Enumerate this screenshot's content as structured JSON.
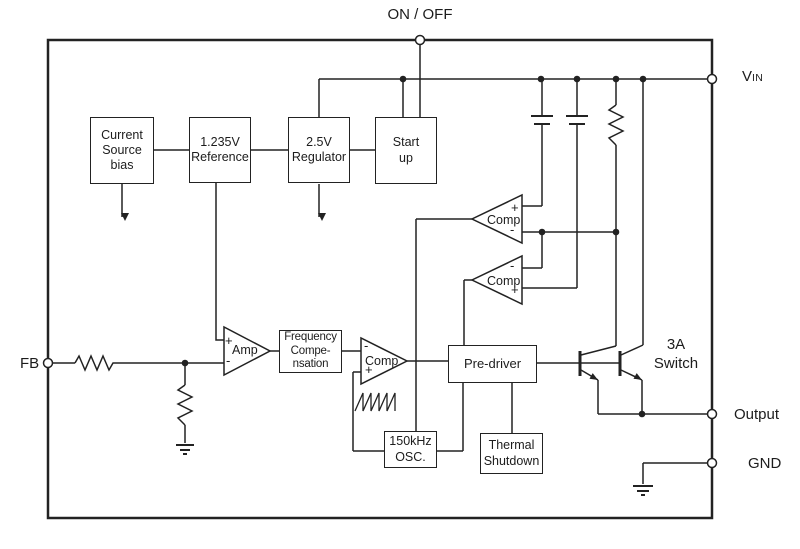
{
  "diagram": {
    "pins": {
      "on_off": "ON / OFF",
      "vin_main": "V",
      "vin_sub": "IN",
      "fb": "FB",
      "output": "Output",
      "gnd": "GND"
    },
    "blocks": {
      "current_source_bias": "Current\nSource\nbias",
      "reference": "1.235V\nReference",
      "regulator": "2.5V\nRegulator",
      "startup": "Start\nup",
      "freq_comp": "Frequency\nCompe-\nnsation",
      "pre_driver": "Pre-driver",
      "osc": "150kHz\nOSC.",
      "thermal": "Thermal\nShutdown"
    },
    "amplifiers": {
      "error_amp": {
        "label": "Amp",
        "plus": "+",
        "minus": "-"
      },
      "pwm_comp": {
        "label": "Comp",
        "plus": "+",
        "minus": "-"
      },
      "current_limit_comp": {
        "label": "Comp",
        "plus": "+",
        "minus": "-"
      },
      "freq_shift_comp": {
        "label": "Comp",
        "plus": "+",
        "minus": "-"
      }
    },
    "annotations": {
      "switch_label": "3A\nSwitch"
    },
    "colors": {
      "line": "#222222",
      "background": "#ffffff"
    }
  }
}
